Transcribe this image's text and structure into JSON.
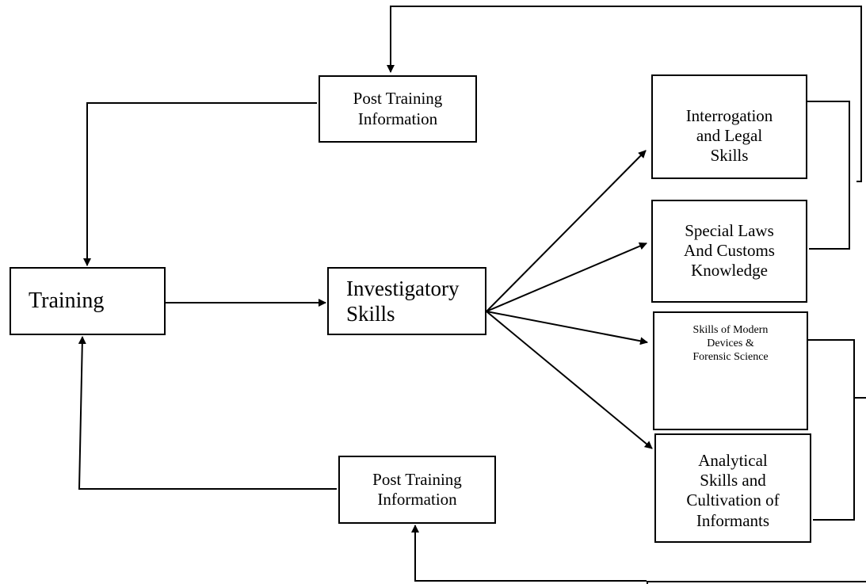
{
  "nodes": {
    "post_training_top": {
      "lines": [
        "Post Training",
        "Information"
      ]
    },
    "post_training_bottom": {
      "lines": [
        "Post Training",
        "Information"
      ]
    },
    "training": {
      "lines": [
        "Training"
      ]
    },
    "investigatory": {
      "lines": [
        "Investigatory",
        "Skills"
      ]
    },
    "interrogation": {
      "lines": [
        "Interrogation",
        "and Legal",
        "Skills"
      ]
    },
    "special_laws": {
      "lines": [
        "Special Laws",
        "And Customs",
        "Knowledge"
      ]
    },
    "devices": {
      "lines": [
        "Skills of Modern",
        "Devices &",
        "Forensic Science"
      ]
    },
    "analytical": {
      "lines": [
        "Analytical",
        "Skills and",
        "Cultivation of",
        "Informants"
      ]
    }
  },
  "colors": {
    "line": "#000000",
    "background": "#ffffff"
  }
}
